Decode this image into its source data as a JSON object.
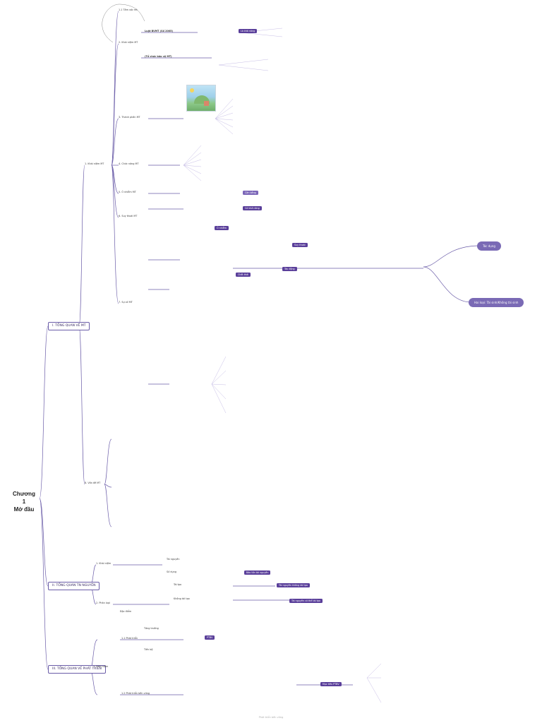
{
  "root": {
    "title_line1": "Chương",
    "title_line2": "1",
    "title_line3": "Mở đầu"
  },
  "branches": [
    "I. TỔNG QUAN VỀ MT",
    "II. TỔNG QUAN TN NGUYÊN",
    "III. TỔNG QUAN VỀ PHÁT TRIỂN"
  ],
  "sec1": {
    "khai_niem": "1. Khái niệm MT",
    "items": [
      "1.1 Tầm vóc mt",
      "2. Khái niệm MT",
      "Luật BVMT (Số 2005)",
      "(Tổ chức bảo vệ MT)",
      "3. Thành phần MT",
      "4. Chức năng MT",
      "5. Ô nhiễm MT",
      "6. Suy thoái MT",
      "7. Sự cố MT",
      "8. Vấn đề MT"
    ],
    "pills": [
      "Là khả năng",
      "Cân bằng",
      "Có khả năng",
      "Ô nhiễm",
      "Suy thoái",
      "Tác động",
      "Chất thải"
    ],
    "bubbles": [
      "Tác dụng",
      "Hai loại: Tái sinh/Không tái sinh"
    ]
  },
  "sec2": {
    "khai_niem": "1. Khái niệm",
    "phan_loai": "2. Phân loại",
    "items": [
      "Tài nguyên",
      "Tái tạo",
      "Không tái tạo",
      "Đặc điểm",
      "Sử dụng"
    ],
    "pills": [
      "Bảo tồn tài nguyên",
      "Tài nguyên không tái tạo",
      "Tài nguyên có thể tái tạo"
    ]
  },
  "sec3": {
    "khai_niem": "1. Khái niệm",
    "items": [
      "1.1 Phát triển",
      "1.2 Phát triển bền vững",
      "Tăng trưởng",
      "Tiến bộ"
    ],
    "pills": [
      "PTBV",
      "Mục tiêu PTBV"
    ]
  },
  "footer": "Phát triển bền vững"
}
